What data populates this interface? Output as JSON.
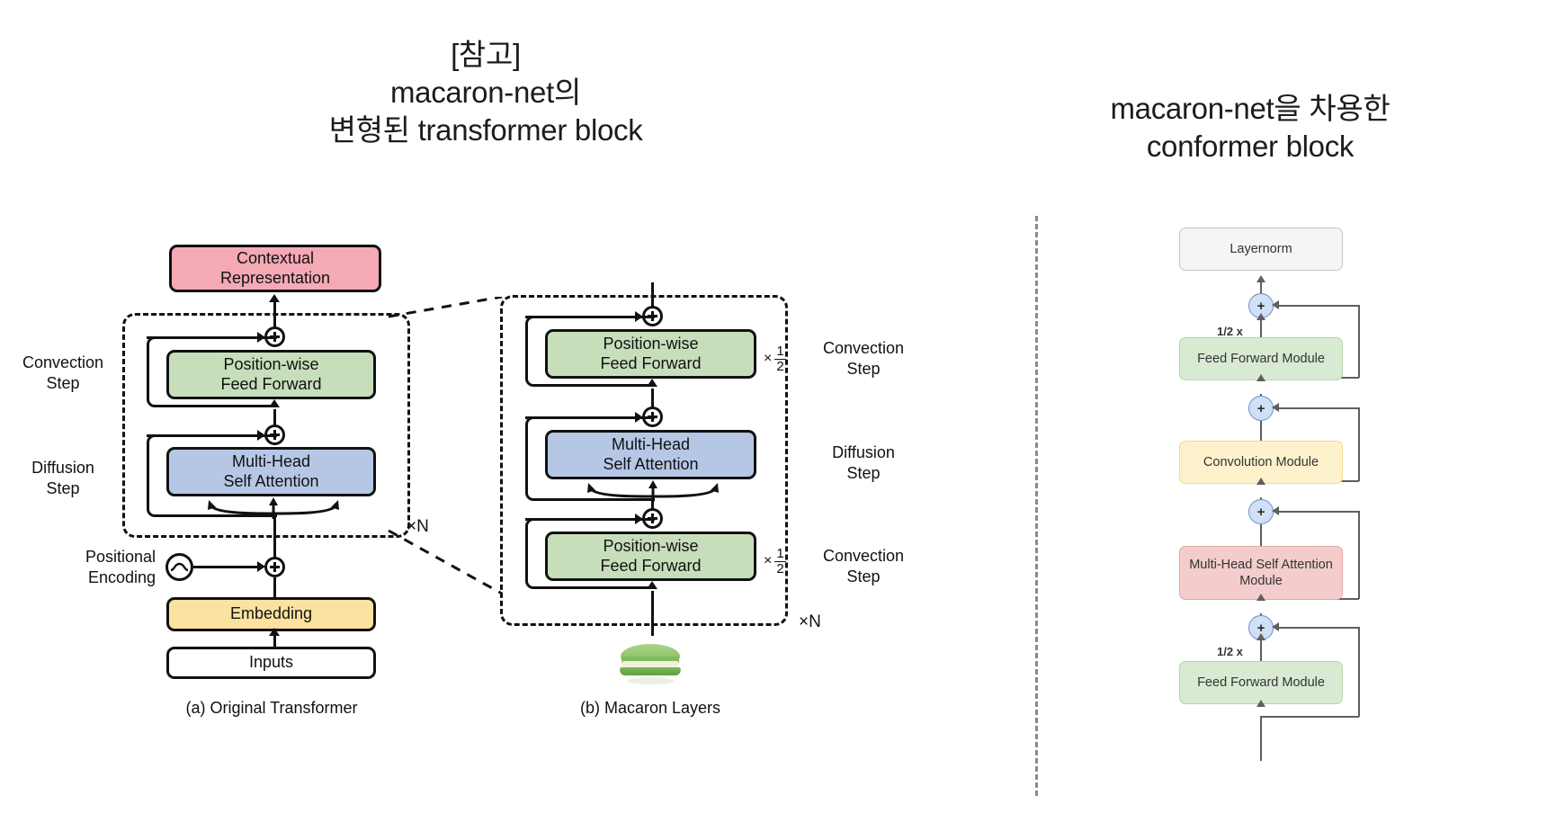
{
  "titles": {
    "left": [
      "[참고]",
      "macaron-net의",
      "변형된 transformer block"
    ],
    "right": [
      "macaron-net을 차용한",
      "conformer block"
    ]
  },
  "divider": {
    "style": "vertical-dashed",
    "color": "#8a8a8a"
  },
  "colors": {
    "pink": "#f4a9b5",
    "green": "#c7debb",
    "blue": "#b6c7e6",
    "yellow": "#fbe2a0",
    "white": "#ffffff",
    "conformer_gray": "#f5f5f5",
    "conformer_green": "#d9ead3",
    "conformer_yellow": "#fdf2cc",
    "conformer_red": "#f4cccc",
    "conformer_plus": "#cfe0f7"
  },
  "diagram_a": {
    "caption": "(a) Original Transformer",
    "repeat_label": "×N",
    "side_labels": [
      {
        "line1": "Convection",
        "line2": "Step"
      },
      {
        "line1": "Diffusion",
        "line2": "Step"
      },
      {
        "line1": "Positional",
        "line2": "Encoding"
      }
    ],
    "blocks": [
      {
        "line1": "Contextual",
        "line2": "Representation",
        "color": "pink"
      },
      {
        "line1": "Position-wise",
        "line2": "Feed Forward",
        "color": "green"
      },
      {
        "line1": "Multi-Head",
        "line2": "Self Attention",
        "color": "blue"
      },
      {
        "line1": "Embedding",
        "line2": "",
        "color": "yellow"
      },
      {
        "line1": "Inputs",
        "line2": "",
        "color": "white"
      }
    ],
    "adders": [
      "+",
      "+",
      "+"
    ]
  },
  "diagram_b": {
    "caption": "(b) Macaron Layers",
    "repeat_label": "×N",
    "blocks": [
      {
        "line1": "Position-wise",
        "line2": "Feed Forward",
        "color": "green",
        "scale": "× 1/2"
      },
      {
        "line1": "Multi-Head",
        "line2": "Self Attention",
        "color": "blue",
        "scale": ""
      },
      {
        "line1": "Position-wise",
        "line2": "Feed Forward",
        "color": "green",
        "scale": "× 1/2"
      }
    ],
    "scale_symbol": {
      "mul": "×",
      "num": "1",
      "den": "2"
    },
    "side_labels": [
      {
        "line1": "Convection",
        "line2": "Step"
      },
      {
        "line1": "Diffusion",
        "line2": "Step"
      },
      {
        "line1": "Convection",
        "line2": "Step"
      }
    ],
    "adders": [
      "+",
      "+",
      "+"
    ],
    "decoration": "macaron-photo"
  },
  "conformer": {
    "blocks": [
      {
        "label": "Layernorm",
        "color": "conformer_gray",
        "scale": ""
      },
      {
        "label": "Feed Forward Module",
        "color": "conformer_green",
        "scale": "1/2 x"
      },
      {
        "label": "Convolution Module",
        "color": "conformer_yellow",
        "scale": ""
      },
      {
        "label": "Multi-Head Self Attention Module",
        "color": "conformer_red",
        "scale": ""
      },
      {
        "label": "Feed Forward Module",
        "color": "conformer_green",
        "scale": "1/2 x"
      }
    ],
    "adders": [
      "+",
      "+",
      "+",
      "+"
    ],
    "scale_labels": [
      "1/2 x",
      "1/2 x"
    ]
  }
}
